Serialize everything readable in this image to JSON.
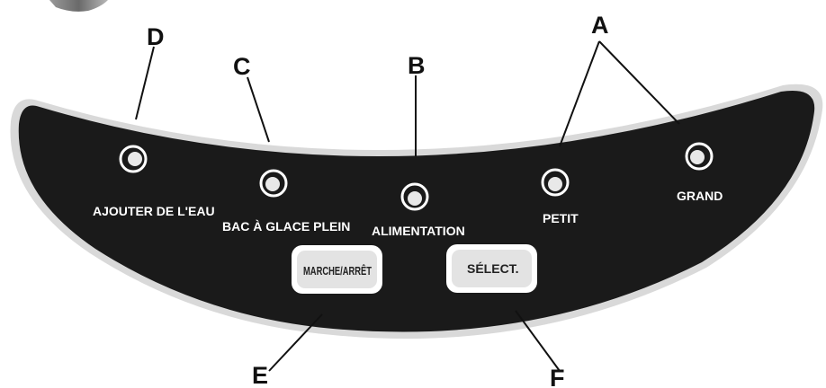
{
  "callouts": {
    "a": "A",
    "b": "B",
    "c": "C",
    "d": "D",
    "e": "E",
    "f": "F"
  },
  "indicators": {
    "add_water": "AJOUTER DE L'EAU",
    "ice_bin_full": "BAC À GLACE PLEIN",
    "power": "ALIMENTATION",
    "small": "PETIT",
    "large": "GRAND"
  },
  "buttons": {
    "on_off": "MARCHE/ARRÊT",
    "select": "SÉLECT."
  },
  "colors": {
    "panel": "#1a1a1a",
    "panel_outline": "#d9d9d9",
    "indicator_light": "#e8e8e8",
    "button_face": "#e3e3e3"
  }
}
